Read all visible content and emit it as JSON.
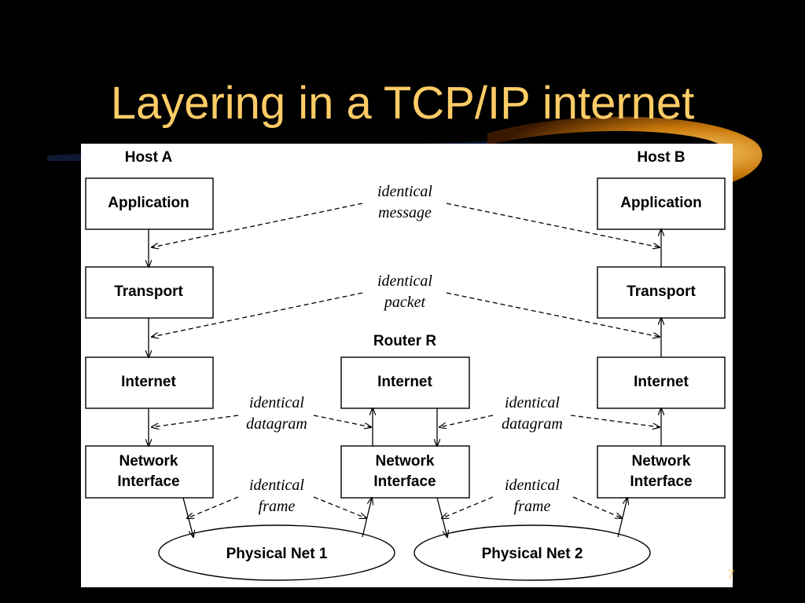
{
  "slide": {
    "title": "Layering in a TCP/IP internet",
    "page_number": "7"
  },
  "diagram": {
    "host_a": "Host A",
    "host_b": "Host B",
    "router": "Router R",
    "layers": {
      "application": "Application",
      "transport": "Transport",
      "internet": "Internet",
      "network_interface_line1": "Network",
      "network_interface_line2": "Interface"
    },
    "annotations": {
      "message_1": "identical",
      "message_2": "message",
      "packet_1": "identical",
      "packet_2": "packet",
      "datagram_left_1": "identical",
      "datagram_left_2": "datagram",
      "datagram_right_1": "identical",
      "datagram_right_2": "datagram",
      "frame_left_1": "identical",
      "frame_left_2": "frame",
      "frame_right_1": "identical",
      "frame_right_2": "frame"
    },
    "networks": {
      "net1": "Physical Net 1",
      "net2": "Physical Net 2"
    }
  },
  "colors": {
    "background": "#000000",
    "title": "#ffcc66",
    "swoosh": "#c8780a",
    "panel": "#ffffff"
  }
}
